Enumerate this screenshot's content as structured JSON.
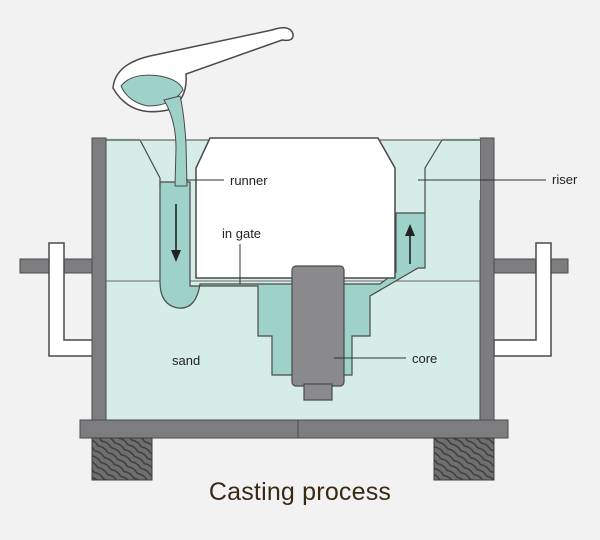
{
  "title": "Casting process",
  "labels": {
    "runner": "runner",
    "riser": "riser",
    "in_gate": "in gate",
    "sand": "sand",
    "core": "core"
  },
  "colors": {
    "sand": "#d6ece6",
    "metal": "#9ed2c8",
    "frame": "#7d7d80",
    "core": "#8a8a8d",
    "pattern": "#ffffff",
    "outline": "#4a4a4a",
    "wood": "#6f6f6f",
    "title": "#3a2a14"
  },
  "icons": [
    "ladle-icon",
    "arrow-down-icon",
    "arrow-up-icon",
    "clamp-icon",
    "wood-block-icon"
  ]
}
